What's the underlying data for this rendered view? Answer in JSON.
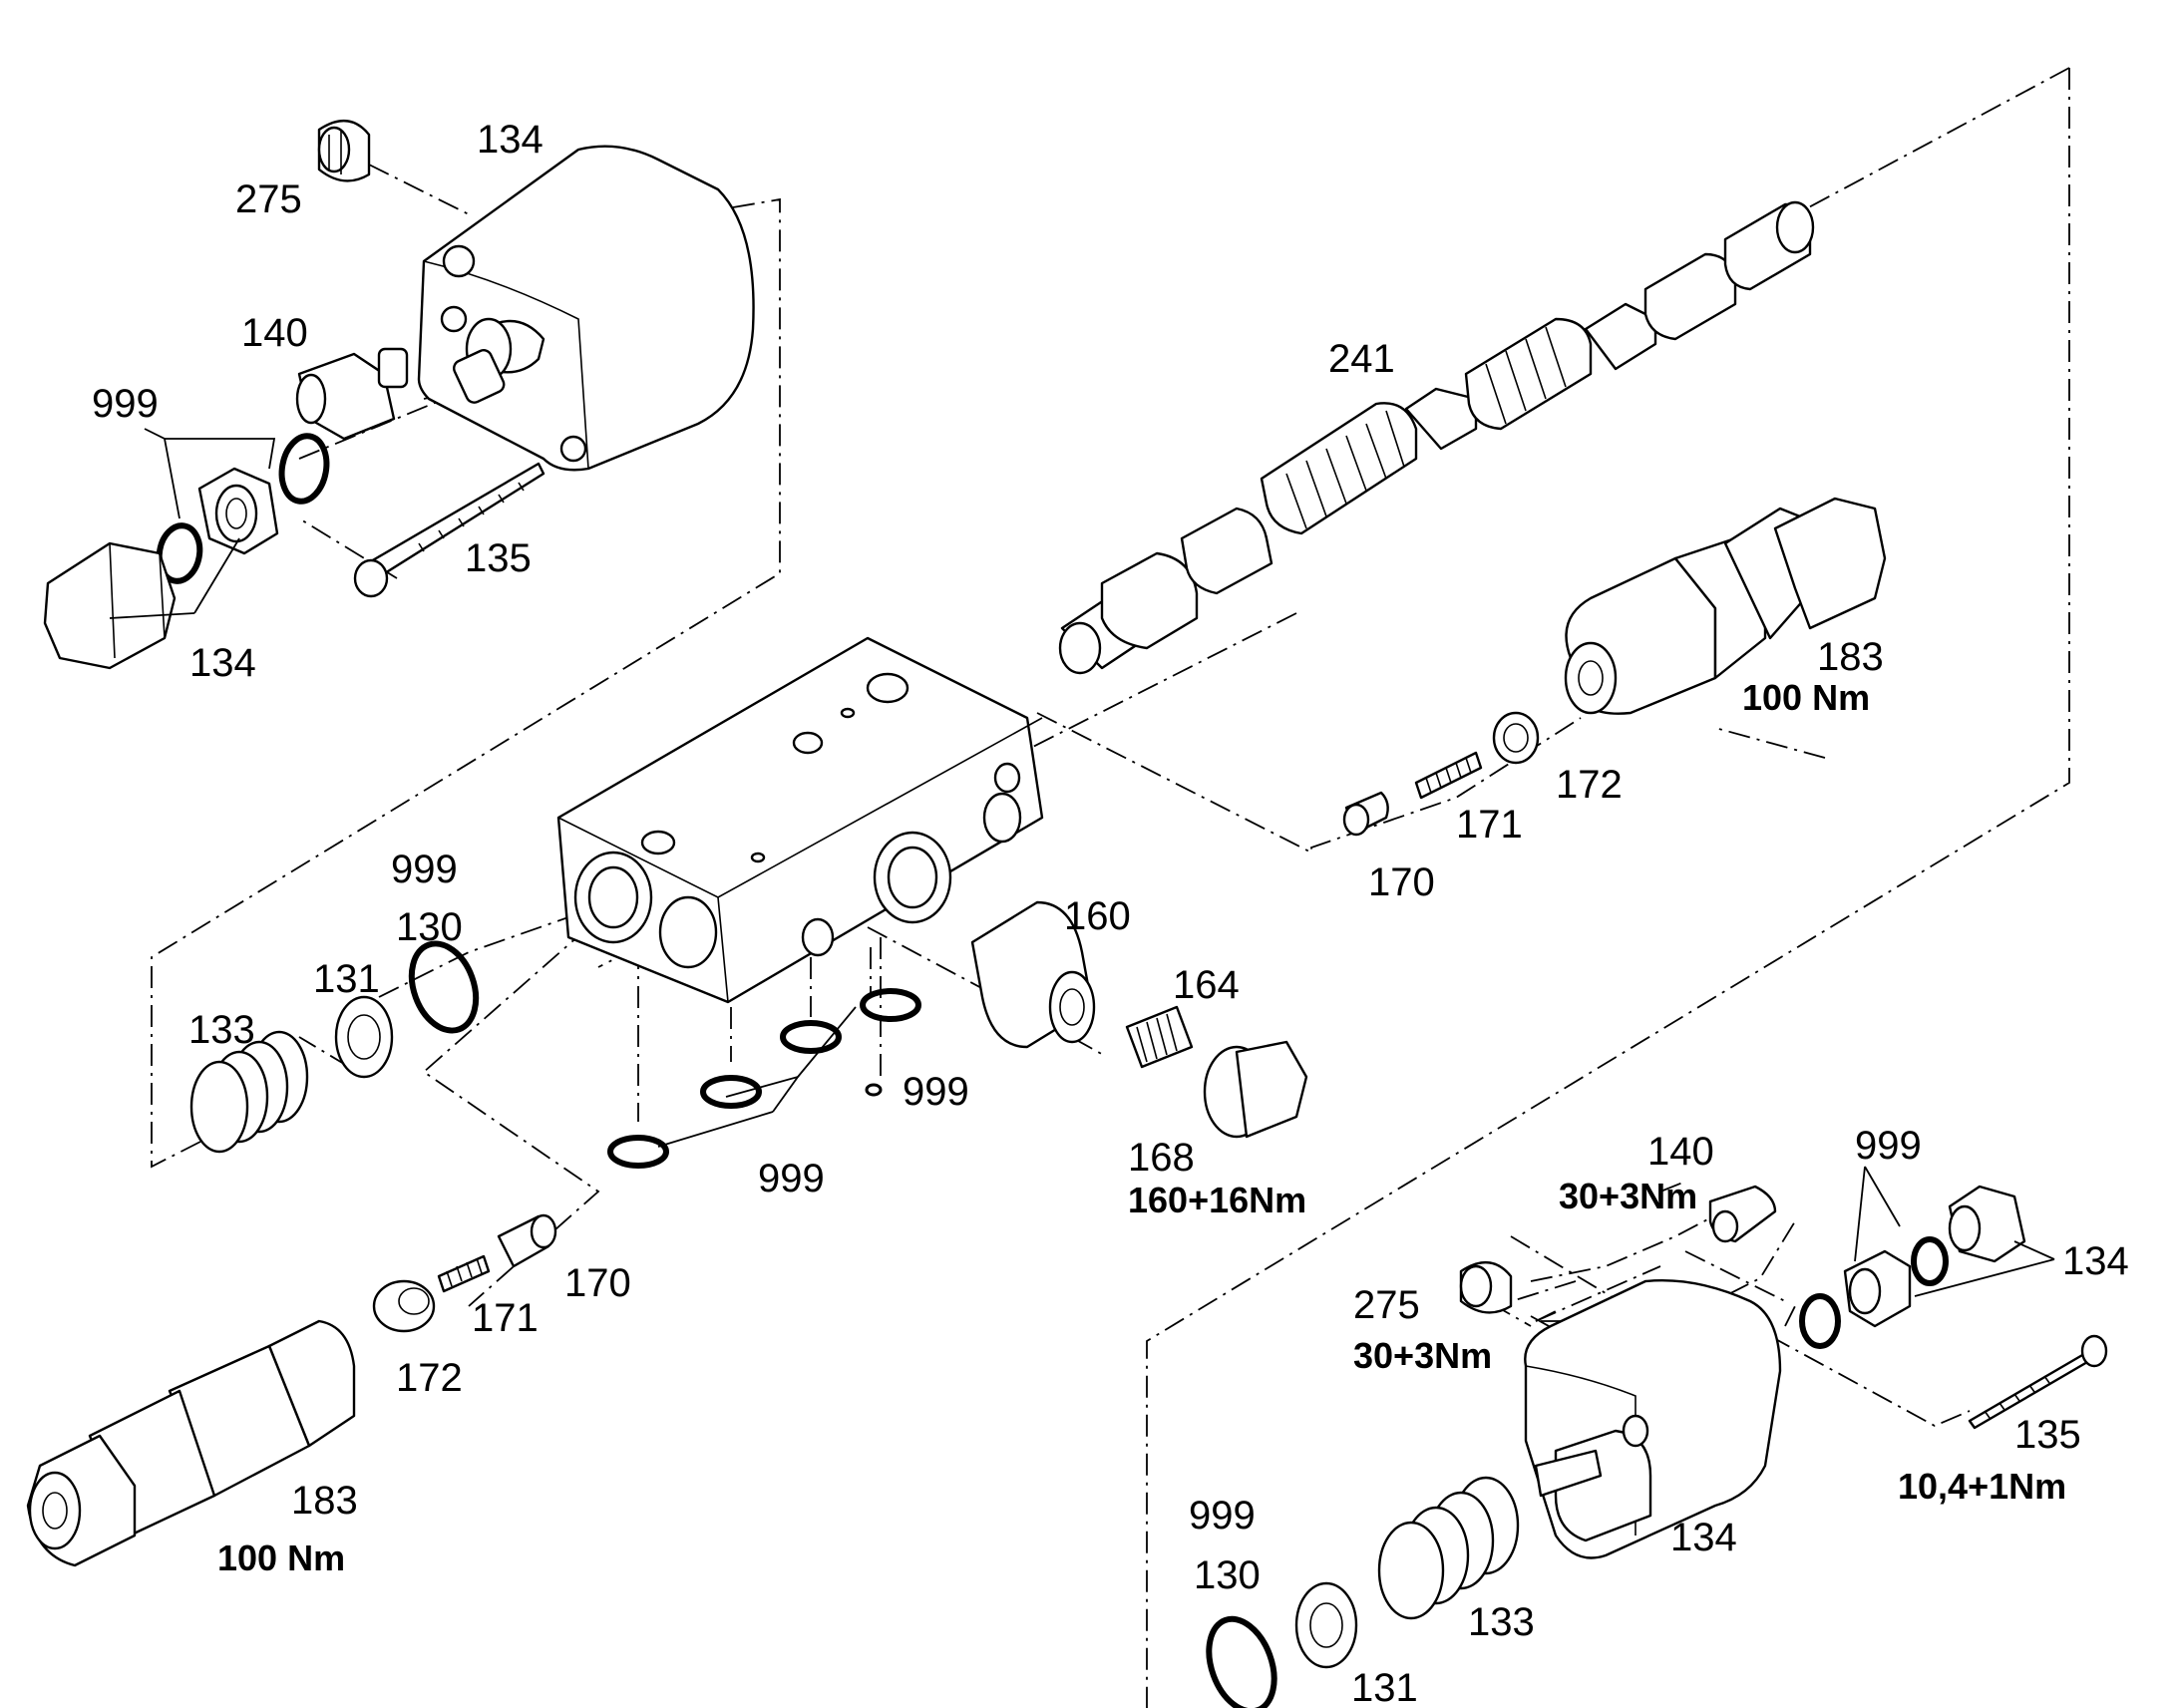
{
  "diagram": {
    "labels": {
      "p275_top": "275",
      "p134_top": "134",
      "p140_top": "140",
      "p999_topleft": "999",
      "p135_top": "135",
      "p134_left": "134",
      "p241": "241",
      "p183_right": "183",
      "t183_right": "100 Nm",
      "p172_right": "172",
      "p171_right": "171",
      "p170_right": "170",
      "p999_mid": "999",
      "p130_mid": "130",
      "p131_mid": "131",
      "p133_mid": "133",
      "p160": "160",
      "p164": "164",
      "p999_small": "999",
      "p999_bottom": "999",
      "p168": "168",
      "t168": "160+16Nm",
      "p170_left": "170",
      "p171_left": "171",
      "p172_left": "172",
      "p183_left": "183",
      "t183_left": "100 Nm",
      "p140_br": "140",
      "t140_br": "30+3Nm",
      "p999_br": "999",
      "p134_br": "134",
      "p275_br": "275",
      "t275_br": "30+3Nm",
      "p135_br": "135",
      "t135_br": "10,4+1Nm",
      "p134_brbody": "134",
      "p999_brlow": "999",
      "p130_br": "130",
      "p133_br": "133",
      "p131_br": "131"
    }
  }
}
